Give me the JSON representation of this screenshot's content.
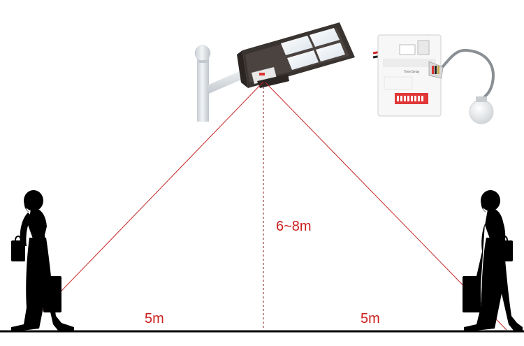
{
  "labels": {
    "height_range": "6~8m",
    "left_distance": "5m",
    "right_distance": "5m"
  },
  "colors": {
    "beam_line": "#c62828",
    "label_text": "#cc1f1f",
    "silhouette": "#000000",
    "lamp_body": "#3a3431",
    "pole": "#d8dde2"
  },
  "icons": {
    "lamp": "solar-street-light-icon",
    "sensor": "pir-sensor-module-icon",
    "person_left": "walking-woman-silhouette-icon",
    "person_right": "walking-woman-silhouette-icon"
  }
}
